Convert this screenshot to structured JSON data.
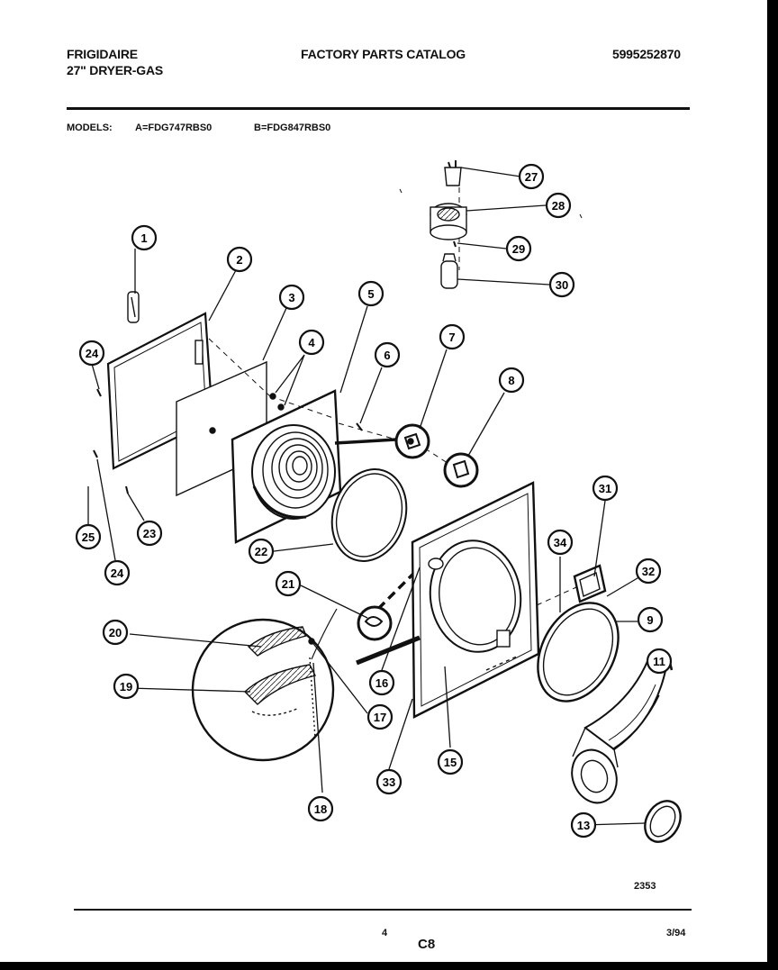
{
  "header": {
    "brand": "FRIGIDAIRE",
    "product": "27\" DRYER-GAS",
    "catalog_title": "FACTORY PARTS CATALOG",
    "catalog_number": "5995252870"
  },
  "models": {
    "label": "MODELS:",
    "model_a": "A=FDG747RBS0",
    "model_b": "B=FDG847RBS0"
  },
  "callouts": [
    "1",
    "2",
    "3",
    "4",
    "5",
    "6",
    "7",
    "8",
    "9",
    "11",
    "13",
    "15",
    "16",
    "17",
    "18",
    "19",
    "20",
    "21",
    "22",
    "23",
    "24",
    "24",
    "25",
    "27",
    "28",
    "29",
    "30",
    "31",
    "32",
    "33",
    "34"
  ],
  "footer": {
    "drawing_number": "2353",
    "page_number": "4",
    "section_code": "C8",
    "date": "3/94"
  }
}
